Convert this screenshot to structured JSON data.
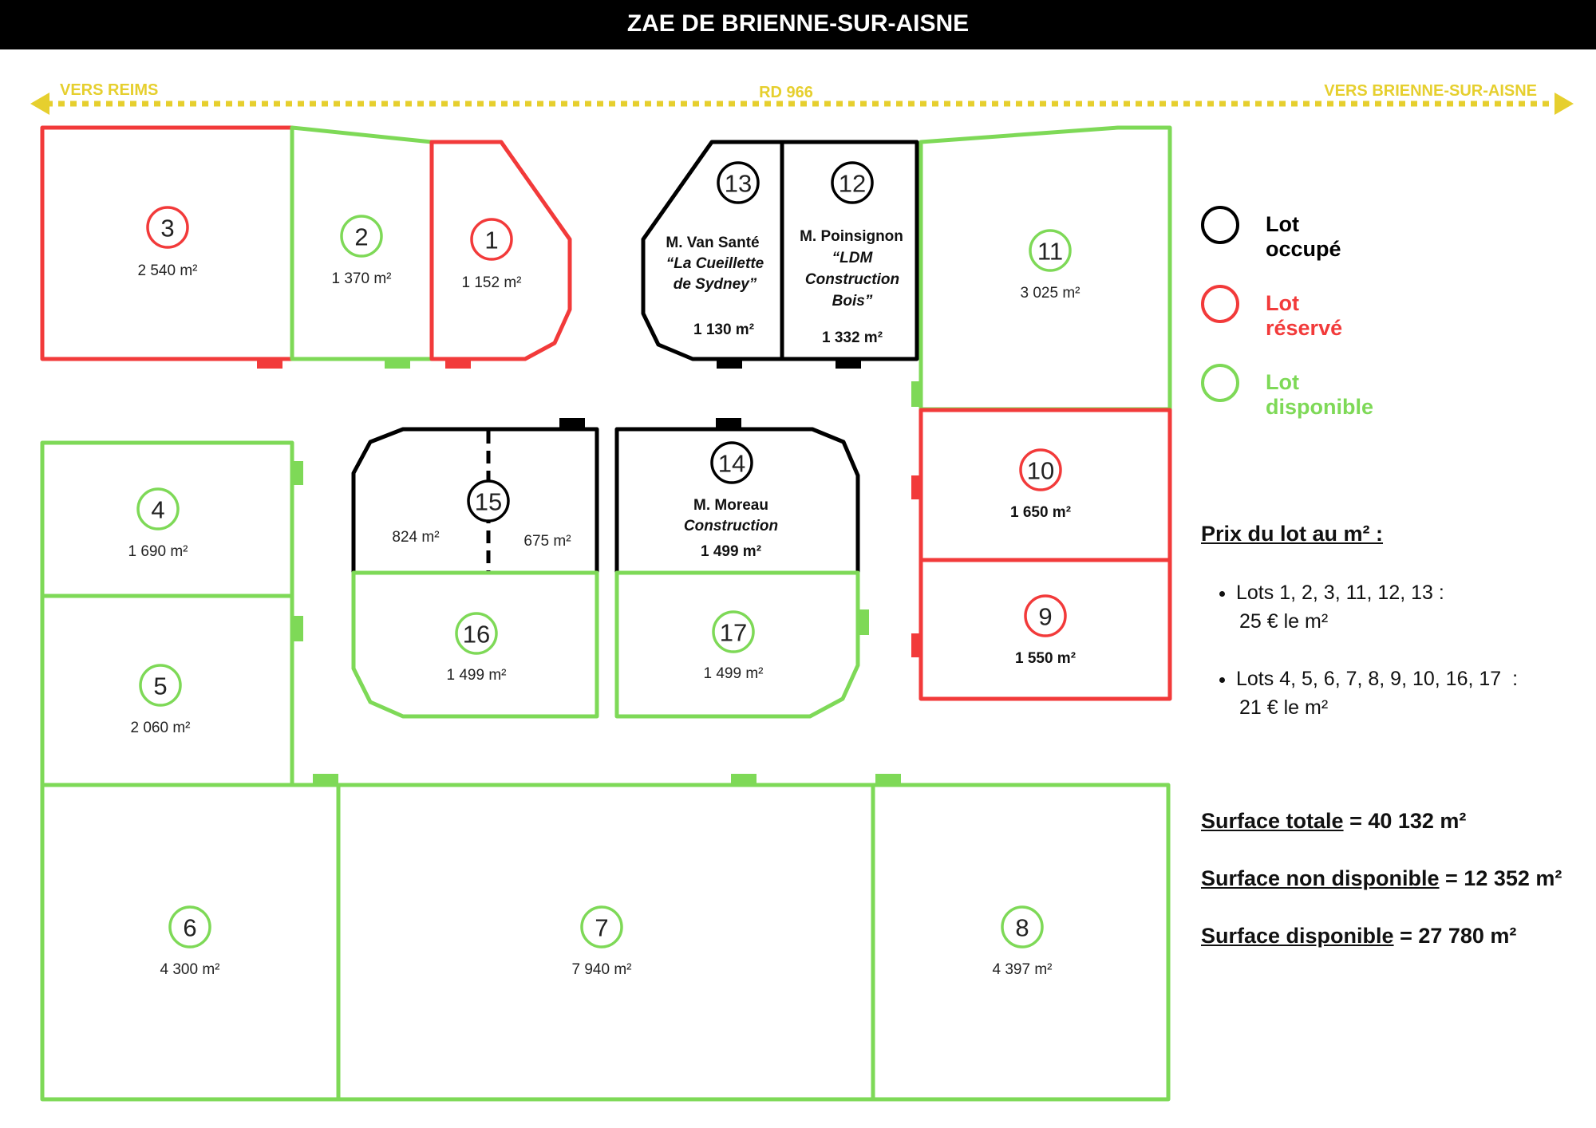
{
  "title": "ZAE DE BRIENNE-SUR-AISNE",
  "road": {
    "name": "RD 966",
    "left_direction": "VERS REIMS",
    "right_direction": "VERS BRIENNE-SUR-AISNE"
  },
  "colors": {
    "occupied": "#000000",
    "reserved": "#f23a3a",
    "available": "#7ed957",
    "road": "#e6cf2e"
  },
  "status_labels": {
    "occupied": "Lot occupé",
    "reserved": "Lot réservé",
    "available": "Lot disponible"
  },
  "lots": [
    {
      "number": "1",
      "status": "reserved",
      "area": "1 152 m²"
    },
    {
      "number": "2",
      "status": "available",
      "area": "1 370 m²"
    },
    {
      "number": "3",
      "status": "reserved",
      "area": "2 540 m²"
    },
    {
      "number": "4",
      "status": "available",
      "area": "1 690 m²"
    },
    {
      "number": "5",
      "status": "available",
      "area": "2 060 m²"
    },
    {
      "number": "6",
      "status": "available",
      "area": "4 300 m²"
    },
    {
      "number": "7",
      "status": "available",
      "area": "7 940 m²"
    },
    {
      "number": "8",
      "status": "available",
      "area": "4 397 m²"
    },
    {
      "number": "9",
      "status": "reserved",
      "area": "1 550 m²"
    },
    {
      "number": "10",
      "status": "reserved",
      "area": "1 650 m²"
    },
    {
      "number": "11",
      "status": "available",
      "area": "3 025 m²"
    },
    {
      "number": "12",
      "status": "occupied",
      "area": "1 332 m²",
      "occupant": "M. Poinsignon",
      "company": [
        "“LDM",
        "Construction",
        "Bois”"
      ]
    },
    {
      "number": "13",
      "status": "occupied",
      "area": "1 130 m²",
      "occupant": "M. Van Santé",
      "company": [
        "“La Cueillette",
        "de Sydney”"
      ]
    },
    {
      "number": "14",
      "status": "occupied",
      "area": "1 499 m²",
      "occupant": "M. Moreau",
      "company": [
        "Construction"
      ]
    },
    {
      "number": "15",
      "status": "occupied",
      "sub_areas": [
        "824 m²",
        "675 m²"
      ]
    },
    {
      "number": "16",
      "status": "available",
      "area": "1 499 m²"
    },
    {
      "number": "17",
      "status": "available",
      "area": "1 499 m²"
    }
  ],
  "prices": {
    "title": "Prix du lot au m² :",
    "items": [
      {
        "lots": "Lots 1, 2, 3, 11, 12, 13 :",
        "price": "25 € le m²"
      },
      {
        "lots": "Lots 4, 5, 6, 7, 8, 9, 10, 16, 17  :",
        "price": "21 € le m²"
      }
    ]
  },
  "totals": [
    {
      "label": "Surface totale",
      "value": " = 40 132 m²"
    },
    {
      "label": "Surface non disponible",
      "value": " = 12 352 m²"
    },
    {
      "label": "Surface disponible",
      "value": " = 27 780 m²"
    }
  ]
}
